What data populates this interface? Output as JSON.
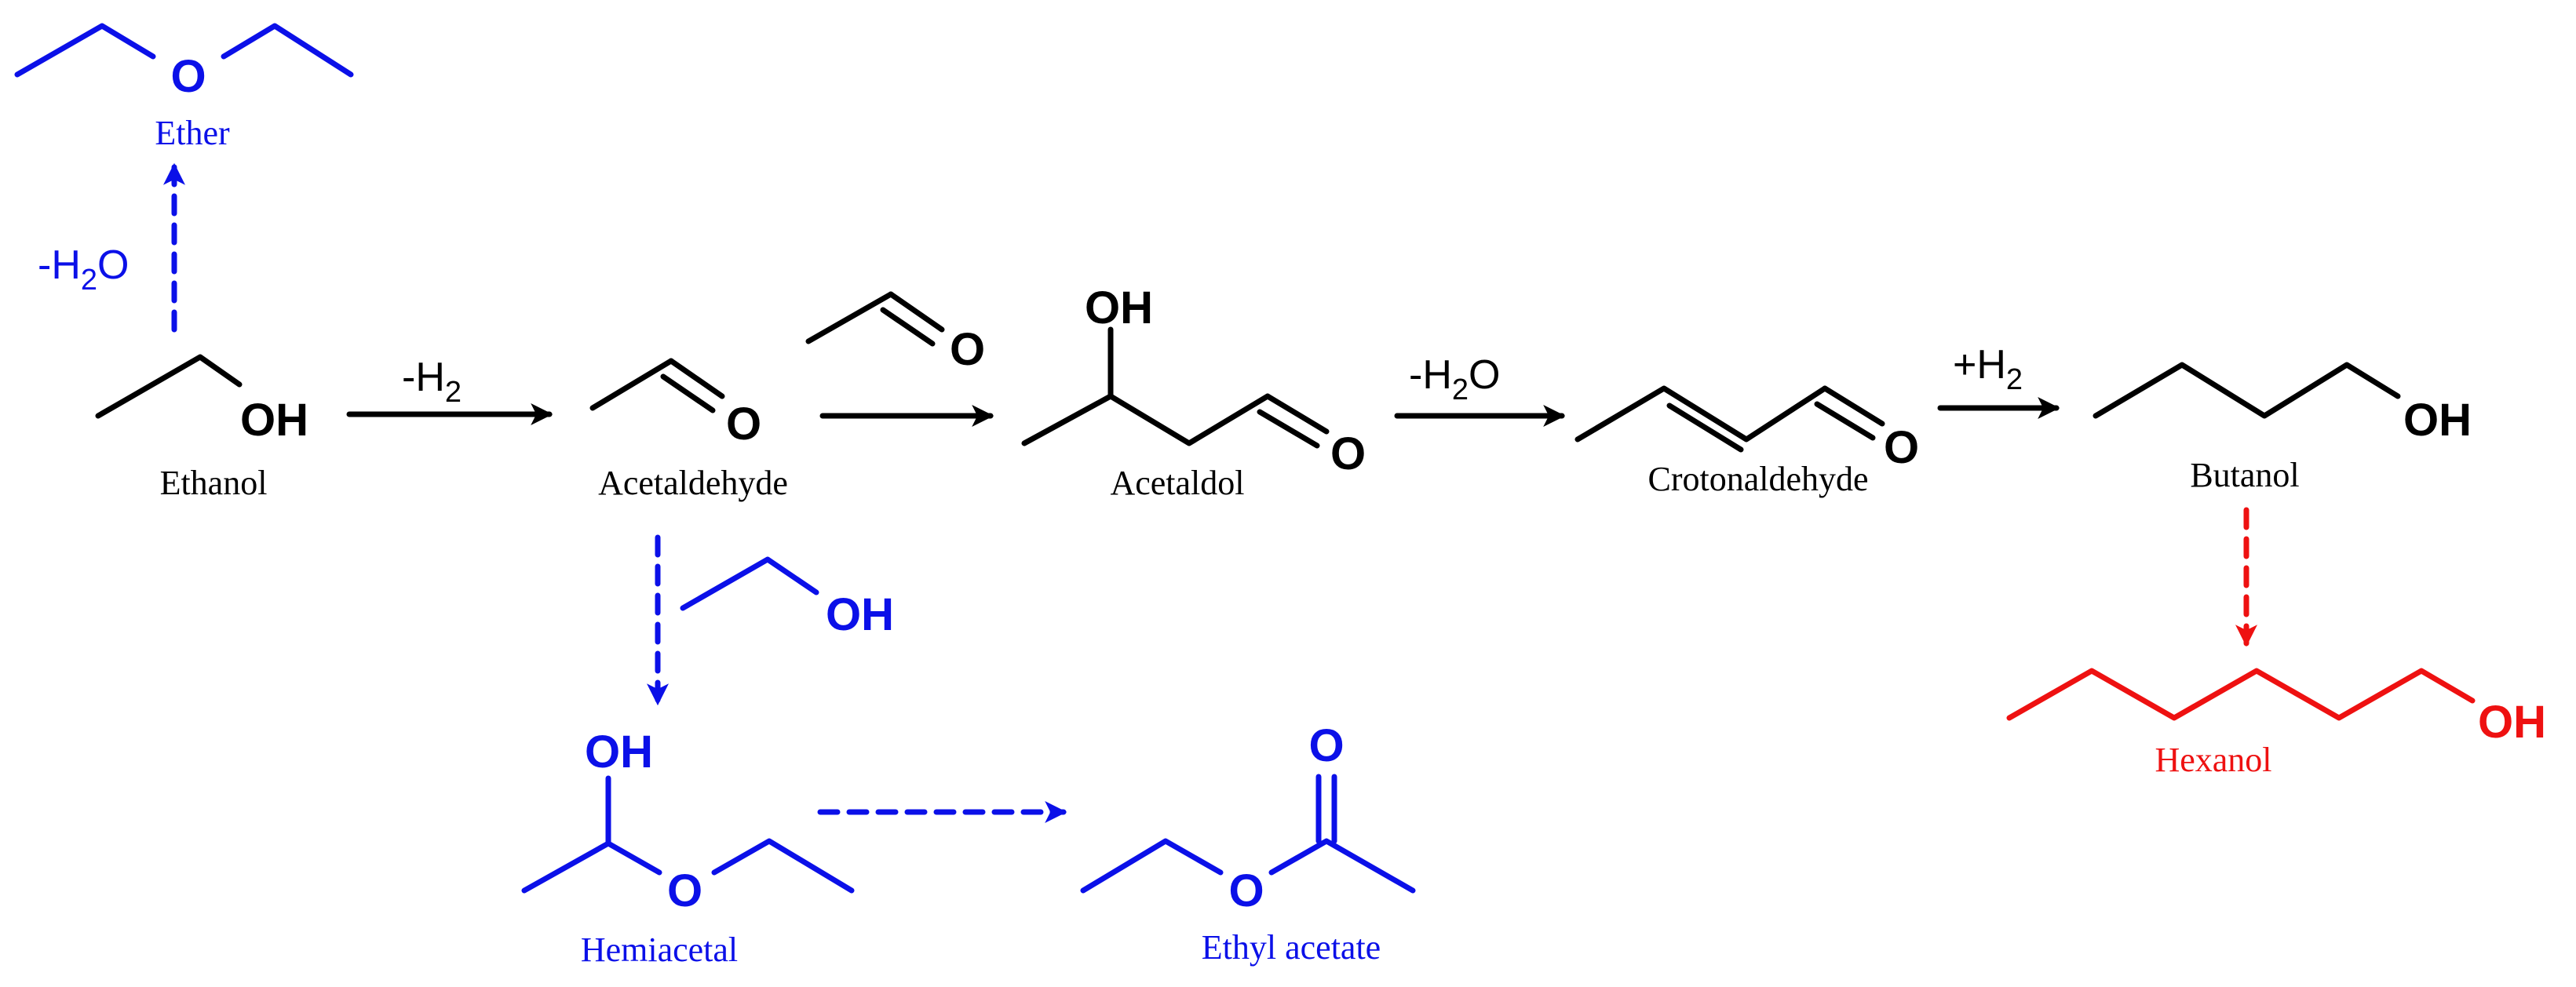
{
  "colors": {
    "main": "#000000",
    "side": "#0b10e8",
    "higher": "#ee1111"
  },
  "atoms": {
    "oh": "OH",
    "o": "O"
  },
  "compounds": {
    "ethanol": "Ethanol",
    "acetaldehyde": "Acetaldehyde",
    "acetaldol": "Acetaldol",
    "crotonaldehyde": "Crotonaldehyde",
    "butanol": "Butanol",
    "hexanol": "Hexanol",
    "ether": "Ether",
    "hemiacetal": "Hemiacetal",
    "ethyl_acetate": "Ethyl acetate"
  },
  "conditions": {
    "dehydrogenation": {
      "sign": "-H",
      "sub": "2"
    },
    "dehydration_aldol": {
      "sign": "-H",
      "sub": "2",
      "tail": "O"
    },
    "hydrogenation": {
      "sign": "+H",
      "sub": "2"
    },
    "dehydration_ether": {
      "sign": "-H",
      "sub": "2",
      "tail": "O"
    }
  }
}
